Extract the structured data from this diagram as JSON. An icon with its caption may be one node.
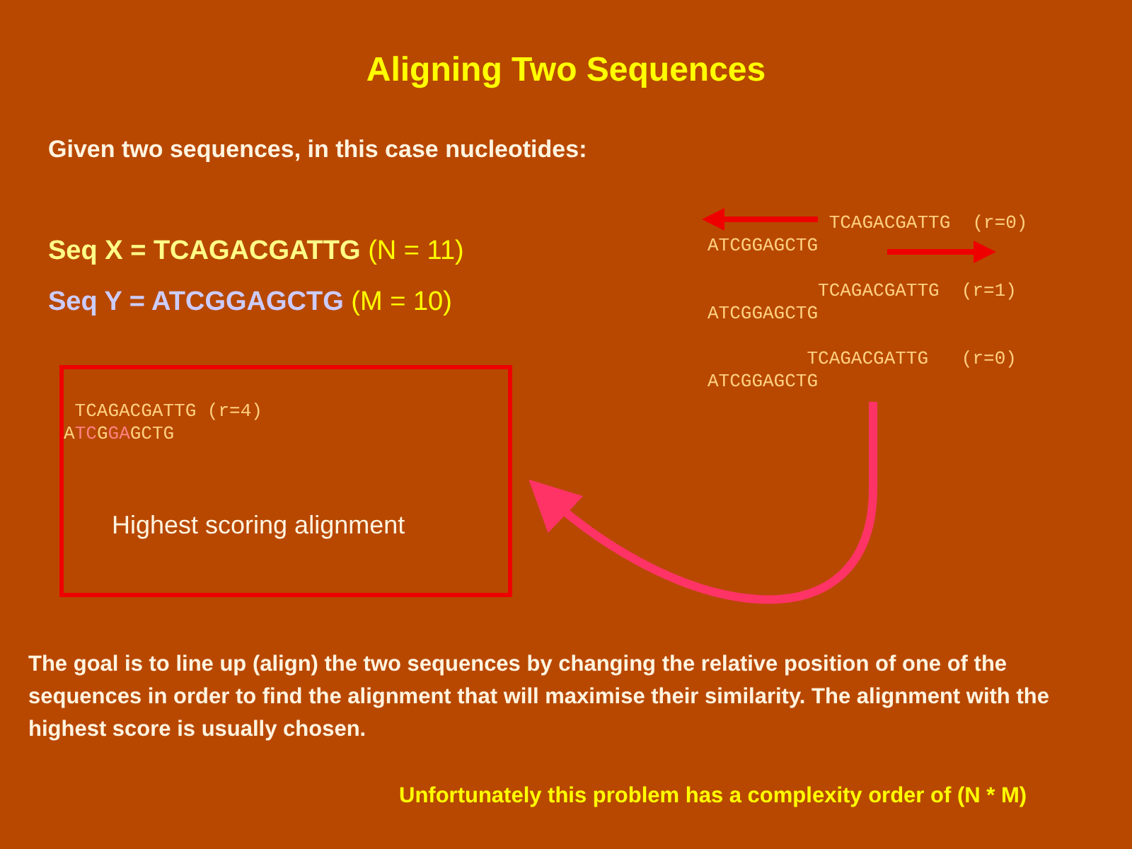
{
  "diagram": {
    "title": "Aligning Two Sequences",
    "nodes": [
      {
        "text": [
          "TCAGACGATTG (r=4)",
          "ATCGGAGCTG",
          "Highest scoring alignment"
        ]
      },
      {
        "text": [
          "TCAGACGATTG (r=0)",
          "ATCGGAGCTG",
          "TCAGACGATTG (r=1)",
          "ATCGGAGCTG",
          "TCAGACGATTG (r=0)",
          "ATCGGAGCTG"
        ]
      }
    ],
    "edges": [
      {
        "from": 1,
        "to": 0,
        "arrow": "to"
      }
    ],
    "labels": [
      "Given two sequences, in this case nucleotides:",
      "**Seq X = TCAGACGATTG** (N = 11)",
      "**Seq Y = ATCGGAGCTG** (M = 10)",
      "The goal is to line up (align) the two sequences by changing the relative position of one of the sequences in order to find the alignment that will maximise their similarity. The alignment with the highest score is usually chosen.",
      "Unfortunately this problem has a complexity order of (N * M)"
    ]
  }
}
